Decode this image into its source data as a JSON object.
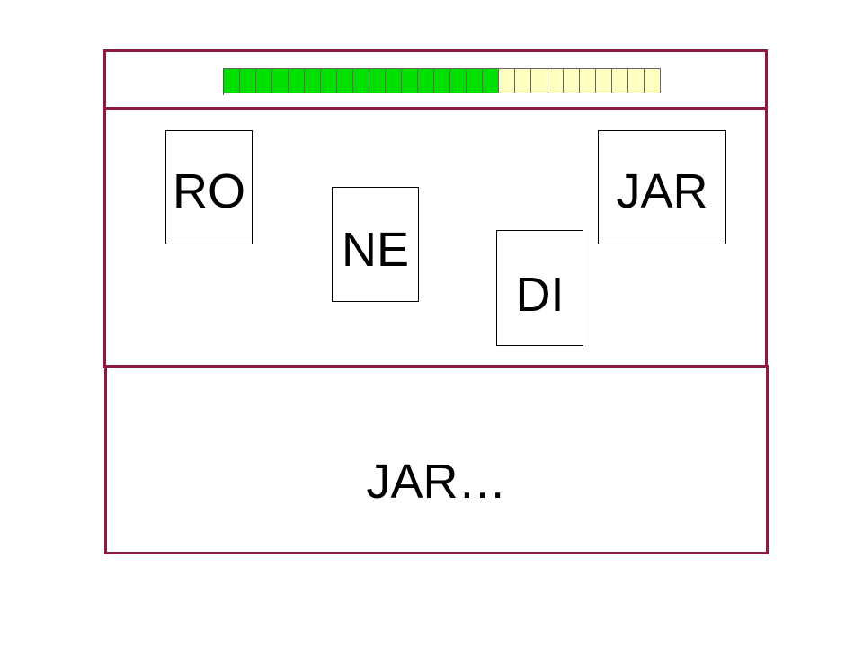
{
  "progress": {
    "filled_segments": 17,
    "total_segments": 27,
    "filled_color": "#00e000",
    "empty_color": "#ffffc0"
  },
  "cards": {
    "ro": "RO",
    "ne": "NE",
    "di": "DI",
    "jar": "JAR"
  },
  "answer": {
    "text": "JAR…"
  },
  "colors": {
    "frame": "#8b1a3c"
  }
}
